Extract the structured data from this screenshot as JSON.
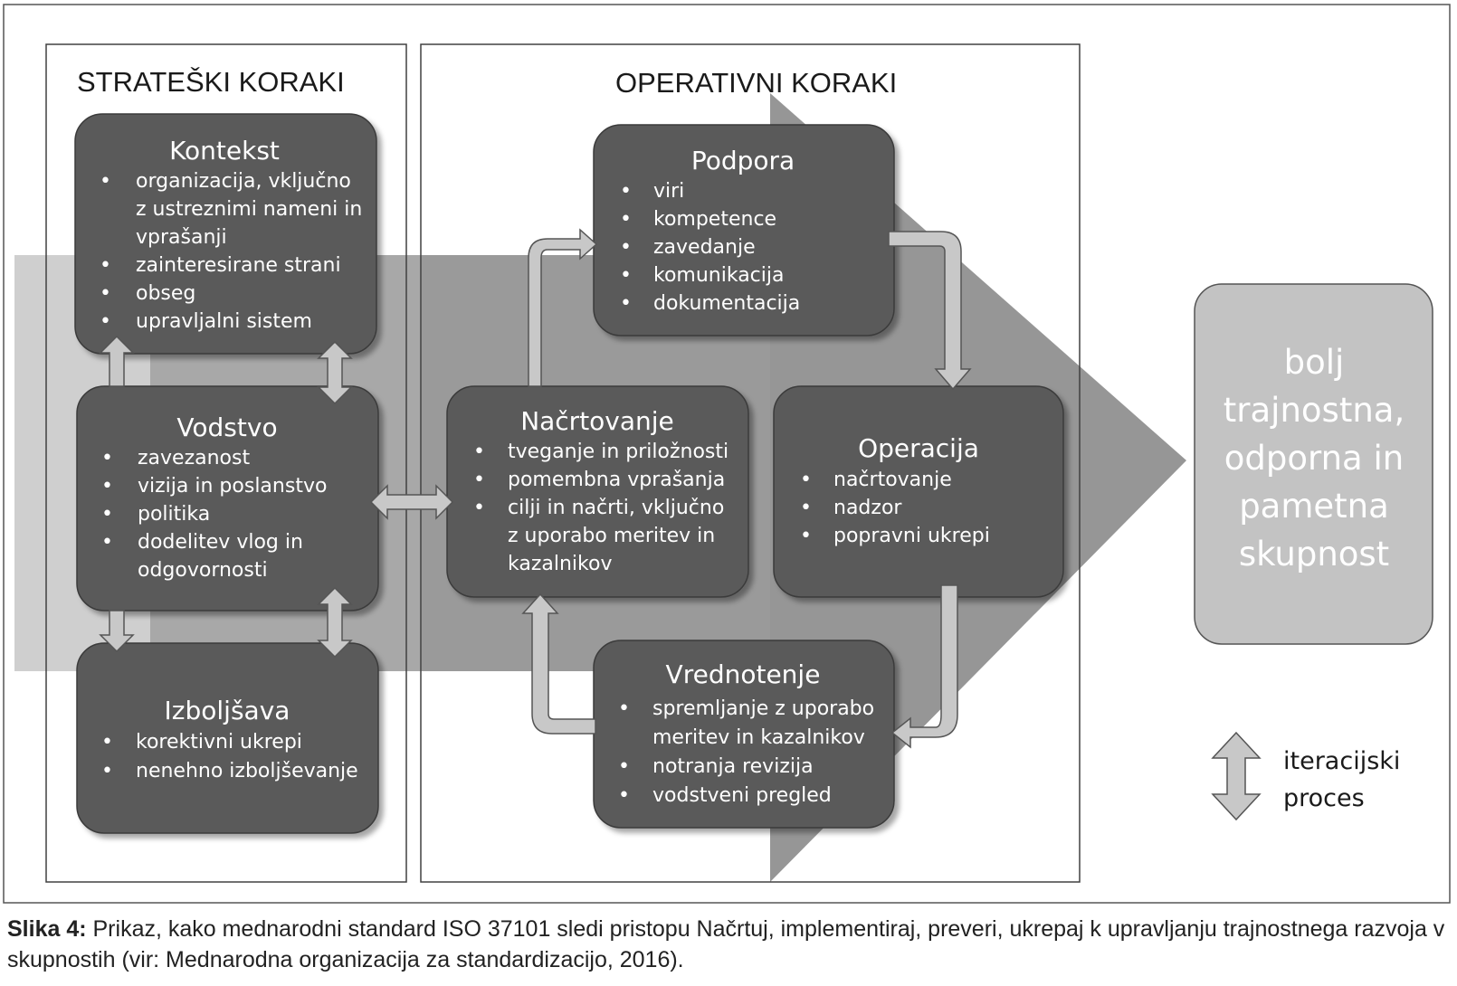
{
  "sections": {
    "strategic_title": "STRATEŠKI KORAKI",
    "operative_title": "OPERATIVNI KORAKI"
  },
  "boxes": {
    "kontekst": {
      "title": "Kontekst",
      "items": [
        [
          "organizacija, vključno",
          "z ustreznimi nameni in",
          "vprašanji"
        ],
        [
          "zainteresirane strani"
        ],
        [
          "obseg"
        ],
        [
          "upravljalni sistem"
        ]
      ]
    },
    "vodstvo": {
      "title": "Vodstvo",
      "items": [
        [
          "zavezanost"
        ],
        [
          "vizija in poslanstvo"
        ],
        [
          "politika"
        ],
        [
          "dodelitev vlog in",
          "odgovornosti"
        ]
      ]
    },
    "izboljsava": {
      "title": "Izboljšava",
      "items": [
        [
          "korektivni ukrepi"
        ],
        [
          "nenehno izboljševanje"
        ]
      ]
    },
    "podpora": {
      "title": "Podpora",
      "items": [
        [
          "viri"
        ],
        [
          "kompetence"
        ],
        [
          "zavedanje"
        ],
        [
          "komunikacija"
        ],
        [
          "dokumentacija"
        ]
      ]
    },
    "nacrtovanje": {
      "title": "Načrtovanje",
      "items": [
        [
          "tveganje in priložnosti"
        ],
        [
          "pomembna vprašanja"
        ],
        [
          "cilji in načrti, vključno",
          "z uporabo meritev in",
          "kazalnikov"
        ]
      ]
    },
    "operacija": {
      "title": "Operacija",
      "items": [
        [
          "načrtovanje"
        ],
        [
          "nadzor"
        ],
        [
          "popravni ukrepi"
        ]
      ]
    },
    "vrednotenje": {
      "title": "Vrednotenje",
      "items": [
        [
          "spremljanje z uporabo",
          "meritev in kazalnikov"
        ],
        [
          "notranja revizija"
        ],
        [
          "vodstveni pregled"
        ]
      ]
    }
  },
  "outcome": {
    "lines": [
      "bolj",
      "trajnostna,",
      "odporna in",
      "pametna",
      "skupnost"
    ]
  },
  "legend": {
    "lines": [
      "iteracijski",
      "proces"
    ]
  },
  "caption": {
    "label": "Slika 4:",
    "text": " Prikaz, kako mednarodni standard ISO 37101 sledi pristopu Načrtuj, implementiraj, preveri, ukrepaj k upravljanju trajnostnega razvoja v skupnostih (vir: Mednarodna organizacija za standardizacijo, 2016)."
  },
  "colors": {
    "box": "#5a5a5a",
    "big_arrow": "#969696",
    "band": "#a8a8a8",
    "band_light": "#cfcfcf",
    "small_arrow": "#c8c8c8",
    "outcome": "#c3c3c3",
    "border": "#404040"
  }
}
